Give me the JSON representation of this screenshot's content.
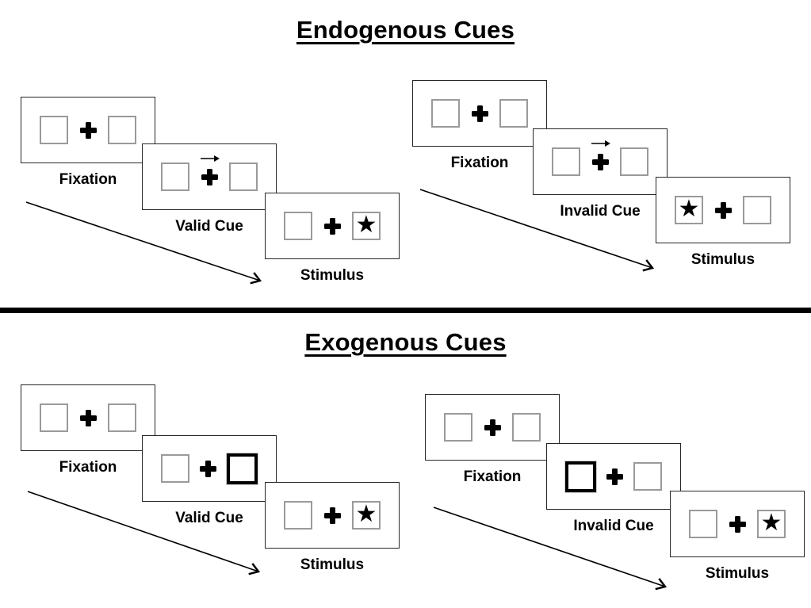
{
  "colors": {
    "ink": "#000000",
    "panel_border": "#262626",
    "box_border_gray": "#9a9a9a",
    "background": "#ffffff"
  },
  "glyphs": {
    "star": "★"
  },
  "sections": [
    {
      "title": "Endogenous Cues",
      "groups": [
        {
          "name": "valid-cue-sequence",
          "panels": [
            {
              "label": "Fixation",
              "left_box": "empty",
              "right_box": "empty",
              "cue_arrow": false
            },
            {
              "label": "Valid Cue",
              "left_box": "empty",
              "right_box": "empty",
              "cue_arrow": true
            },
            {
              "label": "Stimulus",
              "left_box": "empty",
              "right_box": "star",
              "cue_arrow": false
            }
          ]
        },
        {
          "name": "invalid-cue-sequence",
          "panels": [
            {
              "label": "Fixation",
              "left_box": "empty",
              "right_box": "empty",
              "cue_arrow": false
            },
            {
              "label": "Invalid Cue",
              "left_box": "empty",
              "right_box": "empty",
              "cue_arrow": true
            },
            {
              "label": "Stimulus",
              "left_box": "star",
              "right_box": "empty",
              "cue_arrow": false
            }
          ]
        }
      ]
    },
    {
      "title": "Exogenous Cues",
      "groups": [
        {
          "name": "valid-cue-sequence",
          "panels": [
            {
              "label": "Fixation",
              "left_box": "empty",
              "right_box": "empty",
              "cue_arrow": false
            },
            {
              "label": "Valid Cue",
              "left_box": "empty",
              "right_box": "highlighted",
              "cue_arrow": false
            },
            {
              "label": "Stimulus",
              "left_box": "empty",
              "right_box": "star",
              "cue_arrow": false
            }
          ]
        },
        {
          "name": "invalid-cue-sequence",
          "panels": [
            {
              "label": "Fixation",
              "left_box": "empty",
              "right_box": "empty",
              "cue_arrow": false
            },
            {
              "label": "Invalid Cue",
              "left_box": "highlighted",
              "right_box": "empty",
              "cue_arrow": false
            },
            {
              "label": "Stimulus",
              "left_box": "empty",
              "right_box": "star",
              "cue_arrow": false
            }
          ]
        }
      ]
    }
  ]
}
